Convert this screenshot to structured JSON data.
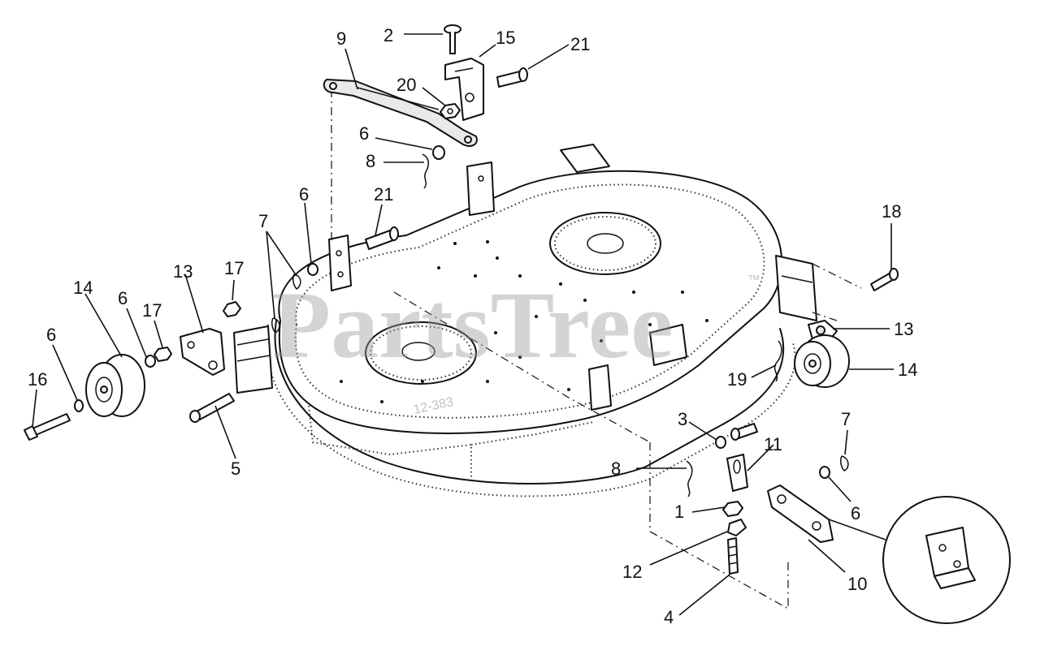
{
  "watermark": {
    "text": "PartsTree",
    "trademark": "™"
  },
  "callouts": [
    "2",
    "15",
    "21",
    "9",
    "20",
    "6",
    "8",
    "6",
    "21",
    "7",
    "17",
    "13",
    "14",
    "6",
    "17",
    "6",
    "16",
    "5",
    "18",
    "13",
    "14",
    "19",
    "3",
    "11",
    "7",
    "8",
    "1",
    "6",
    "12",
    "10",
    "4"
  ],
  "colors": {
    "line": "#111111",
    "background": "#ffffff",
    "watermark": "#9a9a9a"
  }
}
